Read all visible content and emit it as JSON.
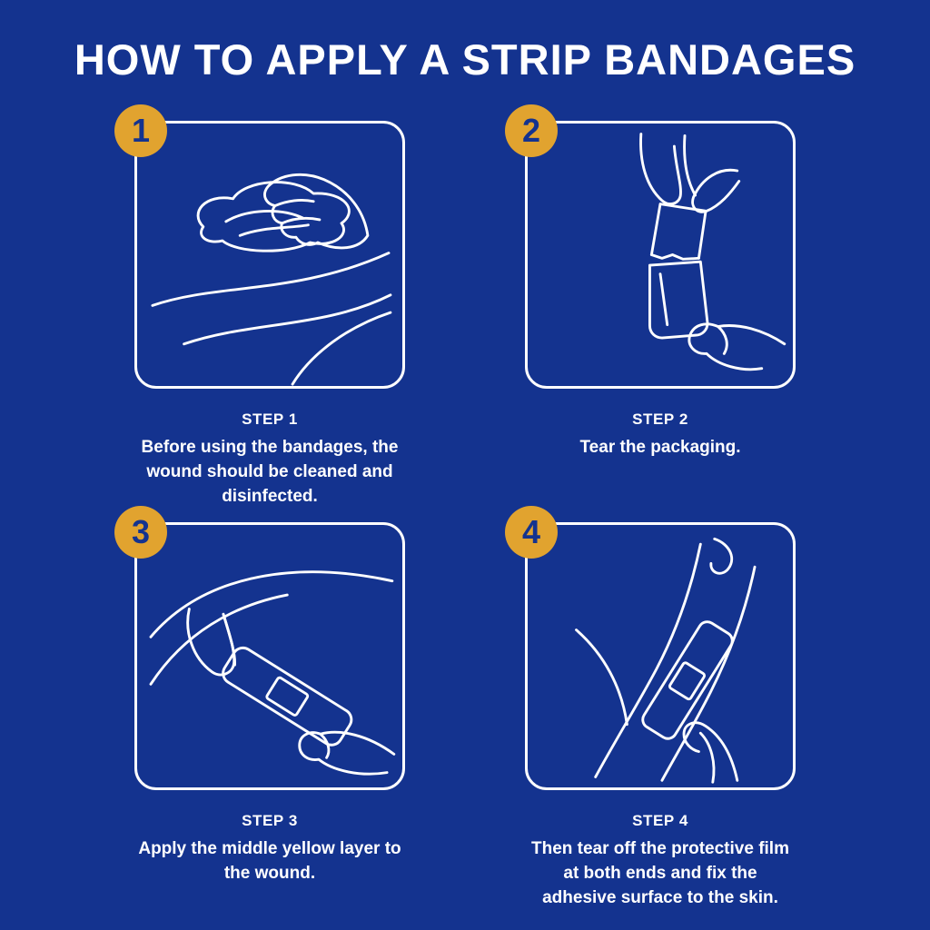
{
  "colors": {
    "background": "#14338f",
    "badge_accent": "#e1a32f",
    "line_and_text": "#ffffff"
  },
  "title": "HOW TO APPLY A STRIP BANDAGES",
  "steps": [
    {
      "number": "1",
      "label": "STEP 1",
      "description": "Before using the bandages, the wound should be cleaned and disinfected.",
      "illustration": "hand-cleaning-wound-illustration"
    },
    {
      "number": "2",
      "label": "STEP 2",
      "description": "Tear the packaging.",
      "illustration": "hands-tearing-package-illustration"
    },
    {
      "number": "3",
      "label": "STEP 3",
      "description": "Apply the middle yellow layer to the wound.",
      "illustration": "applying-bandage-illustration"
    },
    {
      "number": "4",
      "label": "STEP 4",
      "description": "Then tear off the protective film at both ends and fix the adhesive surface to the skin.",
      "illustration": "removing-protective-film-illustration"
    }
  ]
}
